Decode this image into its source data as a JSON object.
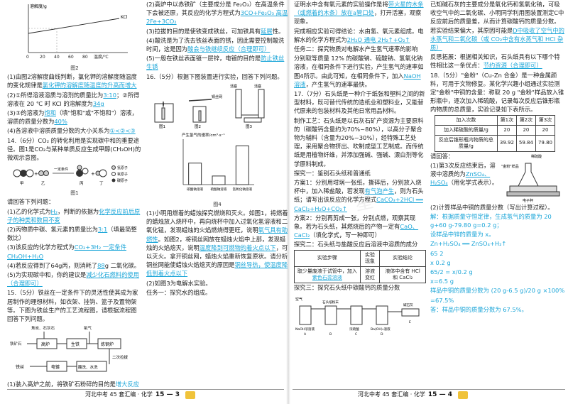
{
  "col1": {
    "fig2_ylabel": "溶解度/g",
    "fig2_series": "KCl",
    "fig2_ticks": [
      "0",
      "20",
      "40",
      "60",
      "80"
    ],
    "fig2_xlabel": "温度/℃",
    "fig2_caption": "图2",
    "q13_1": "(1)由图2溶解度曲线判断，氯化钾的溶解度随温度的变化规律是",
    "q13_1_ans": "氯化钾的溶解度随温度的升高而增大",
    "q13_2": "(2)①所得溶液溶质与溶剂的质量比为",
    "q13_2_ans": "3:10",
    "q13_2b": "；②所得溶液在 20 ℃ 时 KCl 的溶解度为",
    "q13_2b_ans": "34g",
    "q13_3": "(3)③的溶液为",
    "q13_3_ans": "饱和",
    "q13_3b": "（填\"饱和\"或\"不饱和\"）溶液，溶质的质量分数为",
    "q13_3b_ans": "40%",
    "q13_4": "(4)各溶液中溶质质量分数的大小关系为",
    "q13_4_ans": "①<②<③",
    "q14_title": "14.（6分）CO₂ 的转化利用是实现碳中和的重要途径。图1是CO₂与某种单质反应生成甲醇(CH₃OH)的微观示意图。",
    "legend_h": "氢原子",
    "legend_o": "氧原子",
    "legend_c": "碳原子",
    "cond": "一定条件",
    "mol_labels": [
      "甲",
      "乙",
      "丙",
      "丁"
    ],
    "fig1_caption": "图1",
    "q14_prompt": "请回答下列问题：",
    "q14_1": "(1)乙的化学式为",
    "q14_1_ans": "H₂",
    "q14_1b": "，判断的依据为",
    "q14_1b_ans": "化学反应前后原子的种类和数目不变",
    "q14_2": "(2)丙物质中碳、氢元素的质量比为",
    "q14_2_ans": "3:1",
    "q14_2b": "（填最简整数比）",
    "q14_3": "(3)该反应的化学方程式为",
    "q14_3_ans": "CO₂+3H₂ 一定条件 CH₃OH+H₂O",
    "q14_4": "(4)若反应得到了64g丙，则消耗了",
    "q14_4_ans": "88",
    "q14_4b": "g 二氧化碳。",
    "q14_5": "(5)为实现碳中和，你的建议是",
    "q14_5_ans": "减少化石燃料的使用（合理即可）",
    "q15_title": "15.（5分）铁丝在一定条件下的灵活性使其成为家居制作的理想材料，如衣架、挂钩、篮子及置物架等。下图为铁丝生产的工艺流程图，请根据流程图回答下列问题。",
    "flow": [
      "焦炭、石灰石",
      "氧气",
      "铁矿石",
      "高炉",
      "生铁",
      "炼钢炉",
      "二次拉拔",
      "酸洗、水洗",
      "电镀",
      "铁丝"
    ],
    "q15_1": "(1)装入高炉之前，将铁矿石粉碎的目的是",
    "q15_1_ans": "增大反应物的接触面积，使反应更快更充分"
  },
  "col2": {
    "q15_2": "(2)高炉中以赤铁矿（主要成分是 Fe₂O₃）在高温条件下会被还原，其反应的化学方程式为",
    "q15_2_ans": "3CO+Fe₂O₃ 高温 2Fe+3CO₂",
    "q15_3": "(3)拉拔的目的是使铁变成铁丝，可加铁具有",
    "q15_3_ans": "延展",
    "q15_3b": "性。",
    "q15_4": "(4)酸洗是为了洗去铁丝表面的锈，因此需要控制酸洗时间，这是因为",
    "q15_4_ans": "酸会与铁继续反应（合理即可）",
    "q15_5": "(5)一般在铁丝表面镀一层锌，电镀的目的是",
    "q15_5_ans": "防止铁丝生锈",
    "q16_title": "16.（5分）根据下图装置进行实验，回答下列问题。",
    "fig_labels": [
      "活塞",
      "活塞",
      "铜丝网",
      "图1",
      "图2",
      "图3"
    ],
    "bar_ylabel": "产生氢气的速率/cm³·s⁻¹",
    "bar_caption": "图4",
    "q16_1": "(1)小明用燃着的蜡烛探究燃烧和灭火。如图1，将燃着的蜡烛放入烧杯中，再向烧杯中加入过氧化氢溶液和二氧化锰，发现蜡烛的火焰燃烧得更旺，说明",
    "q16_1_ans": "氧气具有助燃性",
    "q16_1b": "。如图2，将铜丝网放在蜡烛火焰中上部，发现蜡烛的火焰熄灭，说明",
    "q16_1b_ans": "温度降到可燃物的着火点以下",
    "q16_1c": "，可以灭火。拿开铜丝网，蜡烛火焰重新恢复原状。请分析铜丝网能使蜡烛火焰熄灭的原因是",
    "q16_1c_ans": "铜丝导热，使温度降低到着火点以下",
    "q16_2": "(2)如图3为电解水实验。",
    "q16_2b": "任务一：探究水的组成。"
  },
  "col3": {
    "l1": "证明水中含有氧元素的实验操作是将",
    "l1_ans": "带火星的木条（或燃着的木条）放在a管口处",
    "l2": "，打开活塞，观察现象。",
    "l3": "完成相应实验可得结论：水由氢、氧元素组成。电解水的化学方程式为",
    "l3_ans": "2H₂O 通电 2H₂↑+O₂↑",
    "l4": "任务二：探究物质对电解水产生氢气速率的影响",
    "l5": "分别取等质量 12% 的碳酸钠、硫酸钠、氢氧化钠溶液，在相同条件下进行实验，产生氢气的速率如图4所示。由此可知，在相同条件下，加入",
    "l5_ans": "NaOH 溶液",
    "l5b": "，产生氢气的速率最快。",
    "q17_title": "17.（7分）石头纸是一种介于纸张和塑料之间的新型材料，既可替代传统的造纸业和塑料业，又能替代原来的包装材料及其他日常用品材料。",
    "q17_p2": "制作工艺：石头纸是以石灰石矿产资源为主要原料的（碳酸钙含量约为70%~80%），以高分子聚合物为辅料（含量为20%~30%），经特殊工艺处理，采用聚合物挤出、吹制成型工艺制成。而传统纸是用植物纤维，并添加强碱、强碱、漂白剂等化学原料制成。",
    "q17_p3": "探究一：鉴别石头纸和普通纸",
    "q17_p4": "方案1：分别用坩埚一张纸，撕碎后，分别放入烧杯中，加入稀盐酸，若发现",
    "q17_p4_ans": "有气泡产生",
    "q17_p4b": "，则为石头纸；请写出该反应的化学方程式",
    "q17_p4c_ans": "CaCO₃+2HCl ══ CaCl₂+H₂O+CO₂↑",
    "q17_p5": "方案2：分别再剪成一张，分别点燃，观察其现象。若为石头纸，其燃烧后的产物一定有",
    "q17_p5_ans": "CaO、CaCl₂",
    "q17_p5b": "（填化学式，写一种即可）",
    "q17_p6": "探究二：石头纸与盐酸反应后溶液中溶质的成分",
    "table_head": [
      "实验步骤",
      "实验现象",
      "实验结论"
    ],
    "table_row1": [
      "取少量废液于试管中，加入",
      "溶液变红",
      "液体中含有 HCl 和 CaCl₂"
    ],
    "table_ans1": "紫色石蕊溶液",
    "q17_p7": "探究三：探究石头纸中碳酸钙的质量分数",
    "app_labels": [
      "空气",
      "NaOH浓溶液",
      "石头纸粉末",
      "浓硫酸",
      "碱石灰",
      "Ba(OH)₂溶液",
      "A",
      "B",
      "C",
      "D",
      "E"
    ]
  },
  "col4": {
    "p1": "已知碱石灰的主要成分是氧化钙和氢氧化钠，可吸收空气中的二氧化碳、小明同学利用图装置测定C中反应前后的质量差，从而计算碳酸钙的质量分数。若实验结果偏大，其原因可能是",
    "p1_ans": "D中吸收了空气中的水蒸气和二氧化碳（或 CO₂中含有水蒸气和 HCl 杂质）",
    "p2": "反思拓展：根据相关知识，石头纸具有以下哪个特性相比这一条优点：",
    "p2_ans": "节约资源（合理即可）",
    "q18_title": "18.（5分）\"金粉\"（Cu-Zn 合金）是一种金属颜料，可用于文物修复。某化学兴趣小组通过实验测定\"金粉\"中铜的含量：称取 20 g \"金粉\"样品放入锥形瓶中，逐次加入稀硫酸，记录每次反应后锥形瓶内物质的总质量，实验记录如下表所示。",
    "table_head": [
      "加入次数",
      "第1次",
      "第2次",
      "第3次"
    ],
    "table_r1": [
      "加入稀硫酸的质量/g",
      "20",
      "20",
      "20"
    ],
    "table_r2": [
      "反应后锥形瓶内物质的总质量/g",
      "39.92",
      "59.84",
      "79.80"
    ],
    "q18_prompt": "请回答：",
    "q18_1": "(1)第3次反应结束后，溶液中溶质的",
    "q18_1b": "为",
    "q18_1_ans": "ZnSO₄、H₂SO₄",
    "q18_1c": "（用化学式表示）。",
    "scale_labels": [
      "稀硫酸",
      "\"金粉\"样品",
      "电子秤"
    ],
    "q18_2": "(2)计算样品中铜的质量分数（写出计算过程）。",
    "sol": [
      "解：根据质量守恒定律，生成氢气的质量为 20 g+60 g-79.80 g=0.2 g；",
      "设样品中锌的质量为 x。",
      "Zn+H₂SO₄ ══ ZnSO₄+H₂↑",
      "65                          2",
      "x                        0.2 g",
      "65/2 = x/0.2 g",
      "x=6.5 g",
      "样品中铜的质量分数为 (20 g-6.5 g)/20 g ×100%",
      "=67.5%",
      "答：样品中铜的质量分数为 67.5%。"
    ]
  },
  "footer1": {
    "text": "河北中考 45 套汇编 · 化学",
    "page": "15 — 3"
  },
  "footer2": {
    "text": "河北中考 45 套汇编 · 化学",
    "page": "15 — 4"
  },
  "chart_data": {
    "type": "bar",
    "categories": [
      "碳酸钠溶液",
      "硫酸钠溶液",
      "氢氧化钠溶液"
    ],
    "values": [
      10,
      4,
      18
    ],
    "ylabel": "产生氢气的速率/cm³·s⁻¹",
    "title": "图4"
  }
}
